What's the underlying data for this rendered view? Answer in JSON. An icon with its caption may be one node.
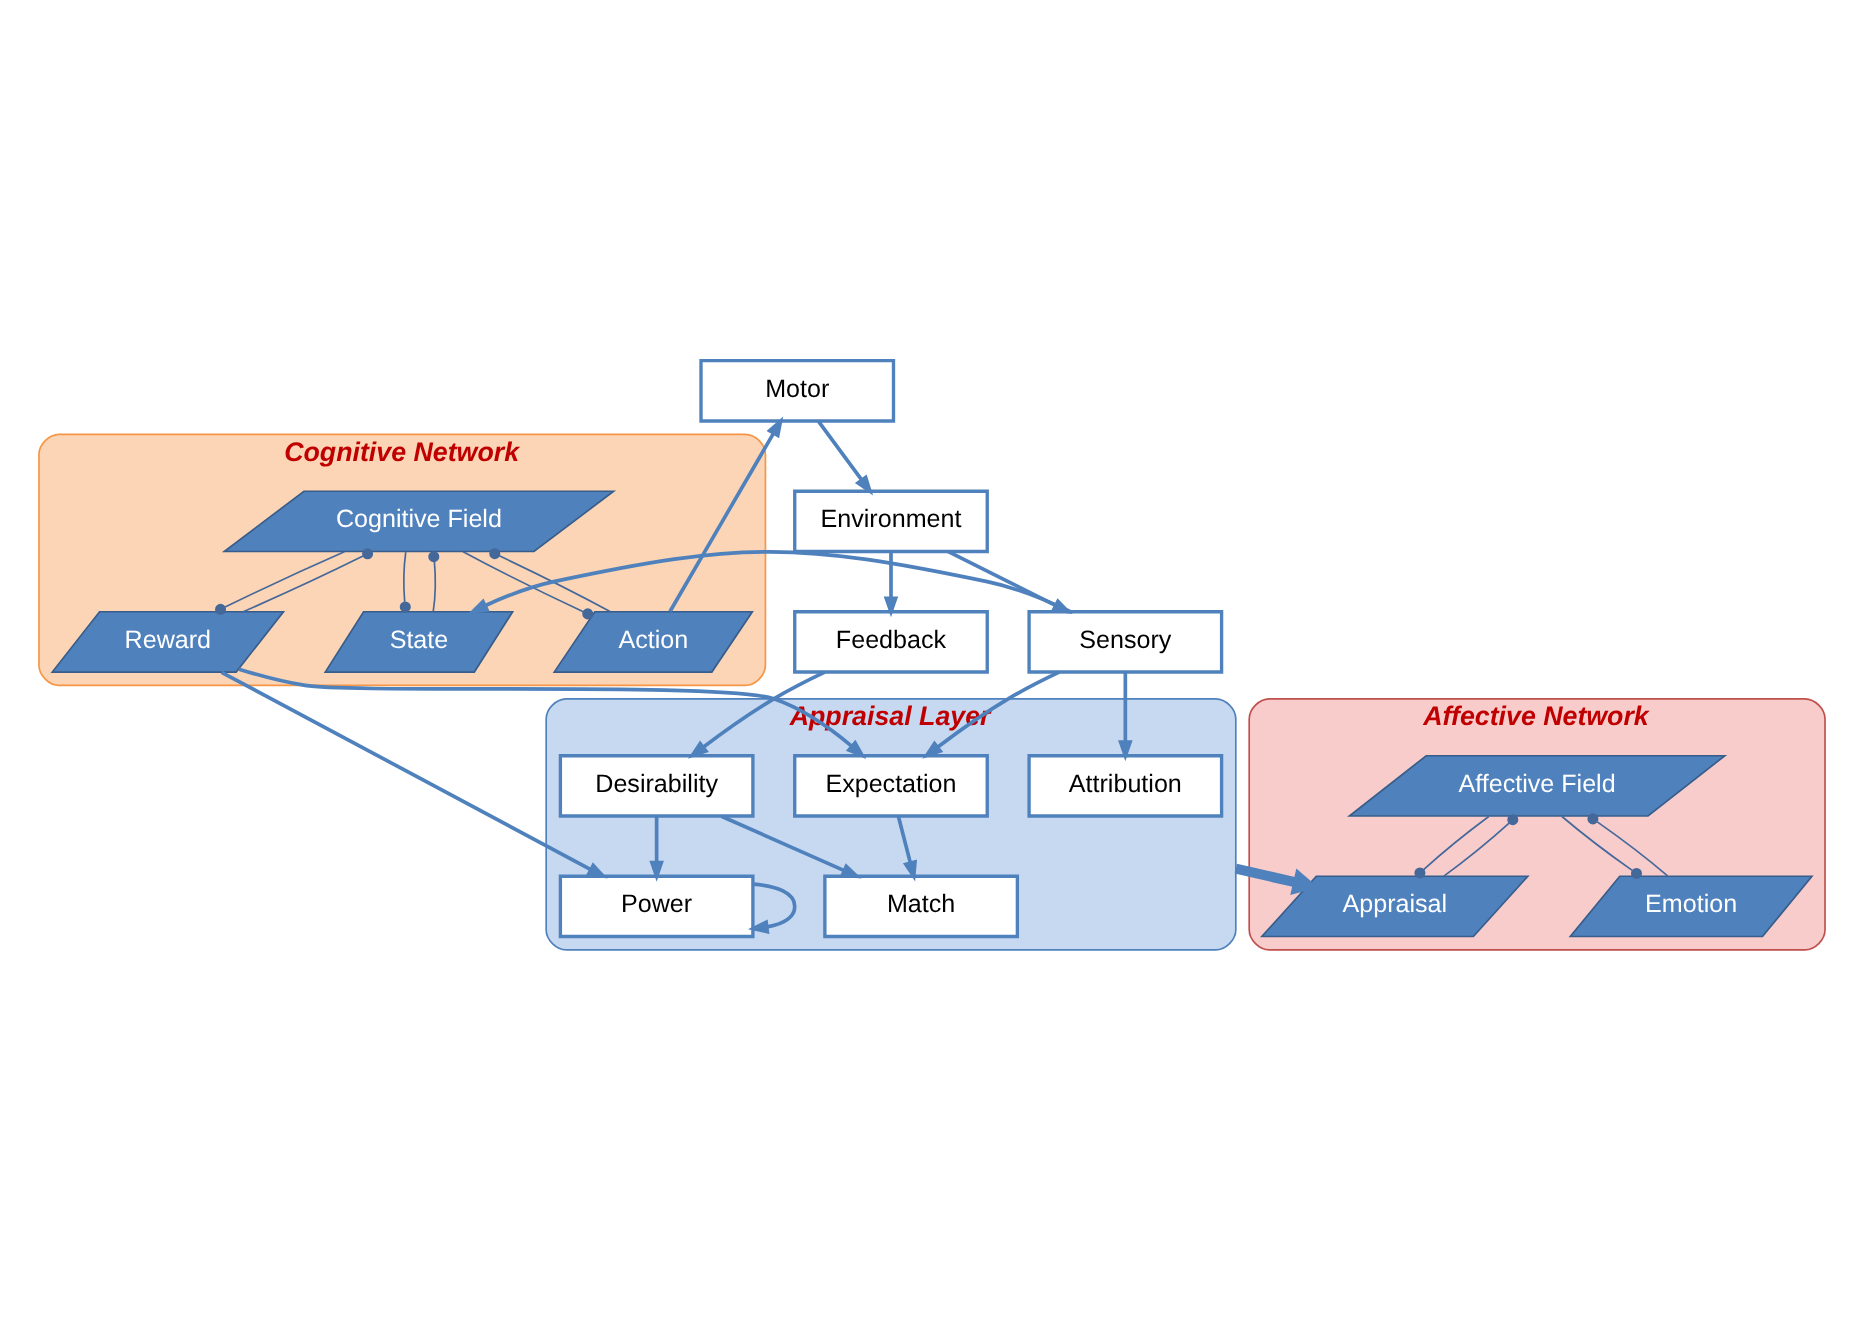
{
  "diagram": {
    "nodes": [
      {
        "text": [
          "Cognitive Network"
        ]
      },
      {
        "text": [
          "Cognitive Field"
        ],
        "in": 0
      },
      {
        "text": [
          "State"
        ],
        "in": 0
      },
      {
        "text": [
          "Reward"
        ],
        "in": 0
      },
      {
        "text": [
          "Action"
        ],
        "in": 0
      },
      {
        "text": [
          "Appraisal Layer"
        ]
      },
      {
        "text": [
          "Expectation"
        ],
        "in": 5
      },
      {
        "text": [
          "Power"
        ],
        "in": 5
      },
      {
        "text": [
          "Match"
        ],
        "in": 5
      },
      {
        "text": [
          "Desirability"
        ],
        "in": 5
      },
      {
        "text": [
          "Attribution"
        ],
        "in": 5
      },
      {
        "text": [
          "Affective Network"
        ]
      },
      {
        "text": [
          "Affective Field"
        ],
        "in": 11
      },
      {
        "text": [
          "Appraisal"
        ],
        "in": 11
      },
      {
        "text": [
          "Emotion"
        ],
        "in": 11
      },
      {
        "text": [
          "Sensory"
        ]
      },
      {
        "text": [
          "Feedback"
        ]
      },
      {
        "text": [
          "Motor"
        ]
      },
      {
        "text": [
          "Environment"
        ]
      }
    ],
    "edges": [
      {
        "from": 2,
        "to": 1,
        "arrow": "other",
        "color": "#44689a"
      },
      {
        "from": 1,
        "to": 2,
        "arrow": "other",
        "color": "#44689a"
      },
      {
        "from": 3,
        "to": 1,
        "arrow": "other",
        "color": "#44689a"
      },
      {
        "from": 1,
        "to": 3,
        "arrow": "other",
        "color": "#44689a"
      },
      {
        "from": 4,
        "to": 1,
        "arrow": "other",
        "color": "#44689a"
      },
      {
        "from": 1,
        "to": 4,
        "arrow": "other",
        "color": "#44689a"
      },
      {
        "from": 13,
        "to": 12,
        "arrow": "other",
        "color": "#44689a"
      },
      {
        "from": 12,
        "to": 13,
        "arrow": "other",
        "color": "#44689a"
      },
      {
        "from": 14,
        "to": 12,
        "arrow": "other",
        "color": "#44689a"
      },
      {
        "from": 12,
        "to": 14,
        "arrow": "other",
        "color": "#44689a"
      },
      {
        "from": 3,
        "to": 6,
        "arrow": "to"
      },
      {
        "from": 3,
        "to": 7,
        "arrow": "to"
      },
      {
        "from": 7,
        "to": 7,
        "arrow": "to"
      },
      {
        "from": 6,
        "to": 8,
        "arrow": "to"
      },
      {
        "from": 9,
        "to": 8,
        "arrow": "to"
      },
      {
        "from": 9,
        "to": 7,
        "arrow": "to"
      },
      {
        "from": 16,
        "to": 9,
        "arrow": "to"
      },
      {
        "from": 15,
        "to": 10,
        "arrow": "to"
      },
      {
        "from": 15,
        "to": 2,
        "arrow": "to"
      },
      {
        "from": 15,
        "to": 6,
        "arrow": "to"
      },
      {
        "from": 4,
        "to": 17,
        "arrow": "to"
      },
      {
        "from": 18,
        "to": 15,
        "arrow": "to"
      },
      {
        "from": 18,
        "to": 16,
        "arrow": "to"
      },
      {
        "from": 17,
        "to": 18,
        "arrow": "to"
      },
      {
        "from": 5,
        "to": 13,
        "arrow": "to",
        "style": "thick"
      }
    ]
  }
}
